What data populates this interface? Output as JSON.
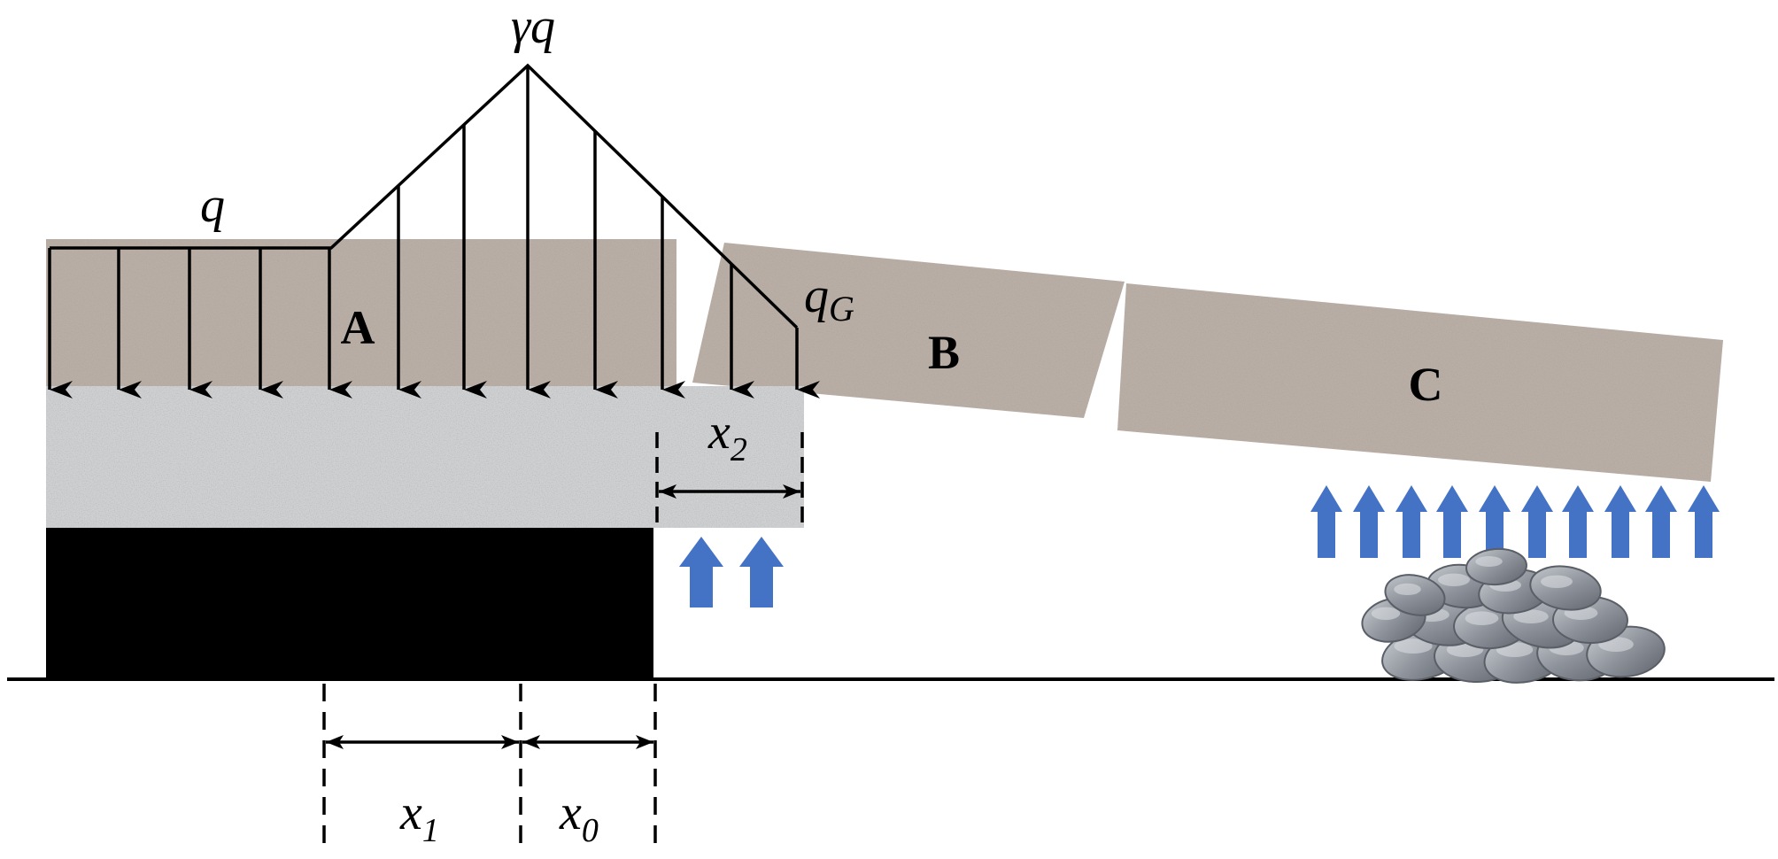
{
  "labels": {
    "gamma_q": "γq",
    "q": "q",
    "q_g": "q",
    "q_g_sub": "G",
    "block_a": "A",
    "block_b": "B",
    "block_c": "C",
    "x0": "x",
    "x0_sub": "0",
    "x1": "x",
    "x1_sub": "1",
    "x2": "x",
    "x2_sub": "2"
  },
  "colors": {
    "load_lines": "#000000",
    "ground_line": "#000000",
    "coal_pillar": "#000000",
    "upward_support_arrows": "#4472c4",
    "sandy_stratum": "#b9aea5",
    "immediate_roof": "#cfd0d2",
    "gangue_rocks": "#8f949c"
  },
  "icons": {
    "support_arrow": "upward-block-arrow-icon",
    "load_arrow": "downward-arrow-icon",
    "gangue": "rock-pile-icon"
  }
}
